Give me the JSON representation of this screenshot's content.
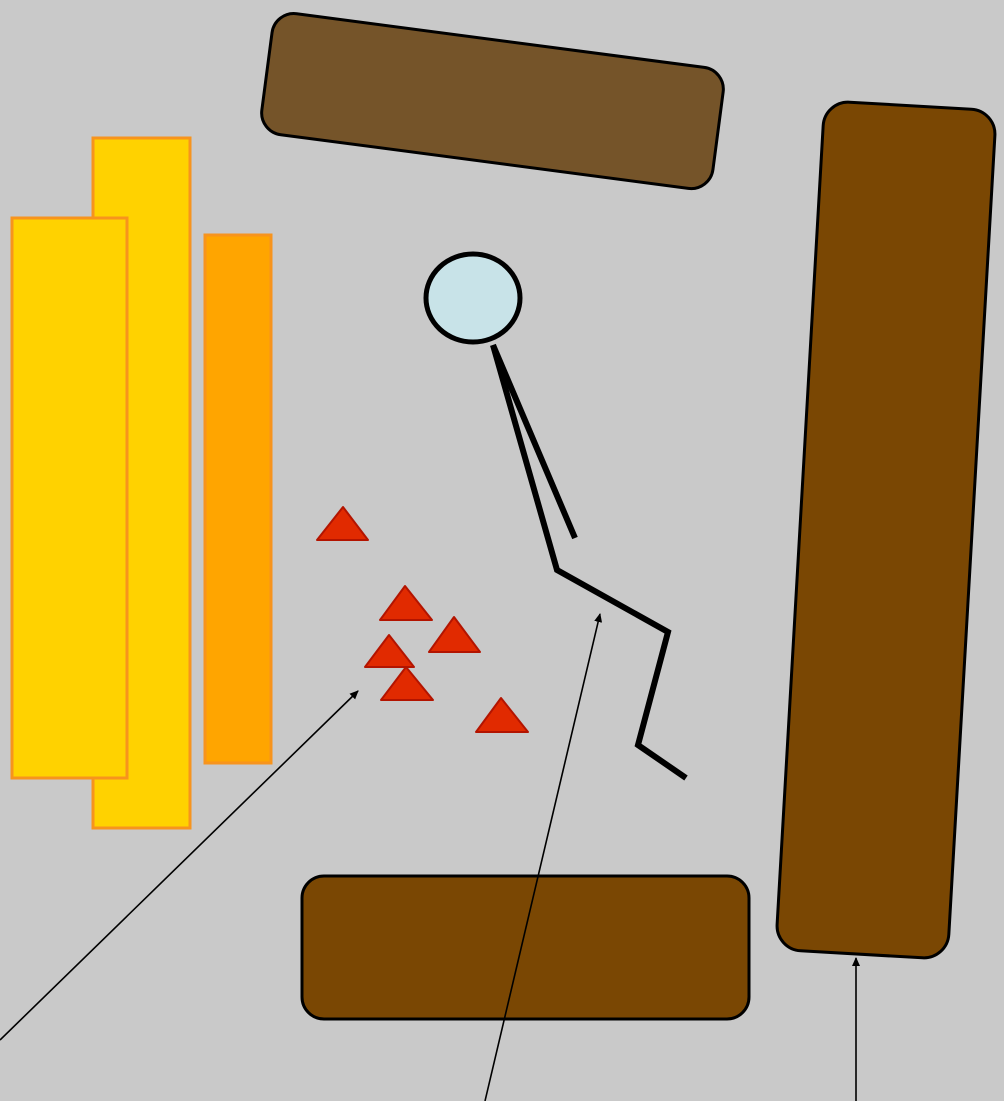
{
  "diagram": {
    "background_color": "#c9c9c9",
    "colors": {
      "yellow_bar": "#ffd200",
      "yellow_bar_outline": "#f7941d",
      "orange_bar": "#ffa500",
      "orange_bar_outline": "#f7941d",
      "brown_top_block": "#755429",
      "brown_block": "#7a4703",
      "block_outline": "#000000",
      "head_fill": "#c8e3e8",
      "figure_stroke": "#000000",
      "triangle_fill": "#e12a00",
      "triangle_outline": "#b31400",
      "arrow_color": "#000000"
    },
    "elements": {
      "fire_bars": [
        "yellow-bar",
        "yellow-bar",
        "orange-bar"
      ],
      "embers": "red-triangles",
      "figure": "stick-figure",
      "blocks": [
        "top-brown-block",
        "right-brown-block",
        "bottom-brown-block"
      ],
      "pointer_arrows": 3
    }
  }
}
